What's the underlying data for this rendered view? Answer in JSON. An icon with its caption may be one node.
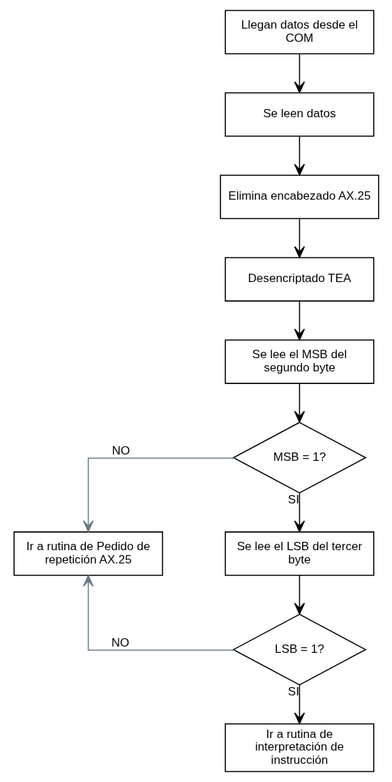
{
  "diagram": {
    "nodes": [
      {
        "text": [
          "Llegan datos desde el COM"
        ]
      },
      {
        "text": [
          "Se leen datos"
        ]
      },
      {
        "text": [
          "Elimina encabezado AX.25"
        ]
      },
      {
        "text": [
          "Desencriptado TEA"
        ]
      },
      {
        "text": [
          "Se lee el MSB del segundo byte"
        ]
      },
      {
        "text": [
          "MSB = 1?"
        ]
      },
      {
        "text": [
          "Ir a rutina de Pedido de repetición AX.25"
        ]
      },
      {
        "text": [
          "Se lee el LSB del tercer byte"
        ]
      },
      {
        "text": [
          "LSB = 1?"
        ]
      },
      {
        "text": [
          "Ir a rutina de interpretación de instrucción"
        ]
      }
    ],
    "edges": [
      {
        "from": 0,
        "to": 1,
        "arrow": "to"
      },
      {
        "from": 1,
        "to": 2,
        "arrow": "to"
      },
      {
        "from": 2,
        "to": 3,
        "arrow": "to"
      },
      {
        "from": 3,
        "to": 4,
        "arrow": "to"
      },
      {
        "from": 4,
        "to": 5,
        "arrow": "to"
      },
      {
        "from": 5,
        "to": 6,
        "label": "NO",
        "arrow": "to",
        "color": "#6a7b88"
      },
      {
        "from": 5,
        "to": 7,
        "label": "SI",
        "arrow": "to"
      },
      {
        "from": 8,
        "to": 6,
        "label": "NO",
        "arrow": "to",
        "color": "#6a7b88"
      },
      {
        "from": 7,
        "to": 8,
        "arrow": "to"
      },
      {
        "from": 8,
        "to": 9,
        "label": "SI",
        "arrow": "to"
      }
    ]
  }
}
